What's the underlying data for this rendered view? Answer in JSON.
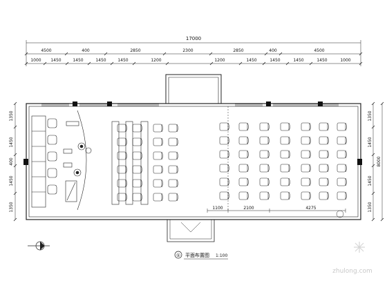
{
  "drawing": {
    "overall_width": "17000",
    "top_dimensions_level1": [
      "4500",
      "400",
      "2850",
      "2300",
      "2850",
      "400",
      "4500"
    ],
    "top_dimensions_level2": [
      "1000",
      "1450",
      "1450",
      "1450",
      "1450",
      "1200",
      "1200",
      "1450",
      "1450",
      "1450",
      "1450",
      "1000"
    ],
    "left_dimensions": [
      "1350",
      "1450",
      "400",
      "1450",
      "1350"
    ],
    "right_dimensions": [
      "1350",
      "1450",
      "8000",
      "1450",
      "1350"
    ],
    "interior_dimensions": [
      "1100",
      "2100",
      "4275"
    ],
    "plan_title": "平面布置图",
    "plan_scale": "1:100",
    "plan_number": "①"
  },
  "watermark": {
    "text": "zhulong.com"
  }
}
